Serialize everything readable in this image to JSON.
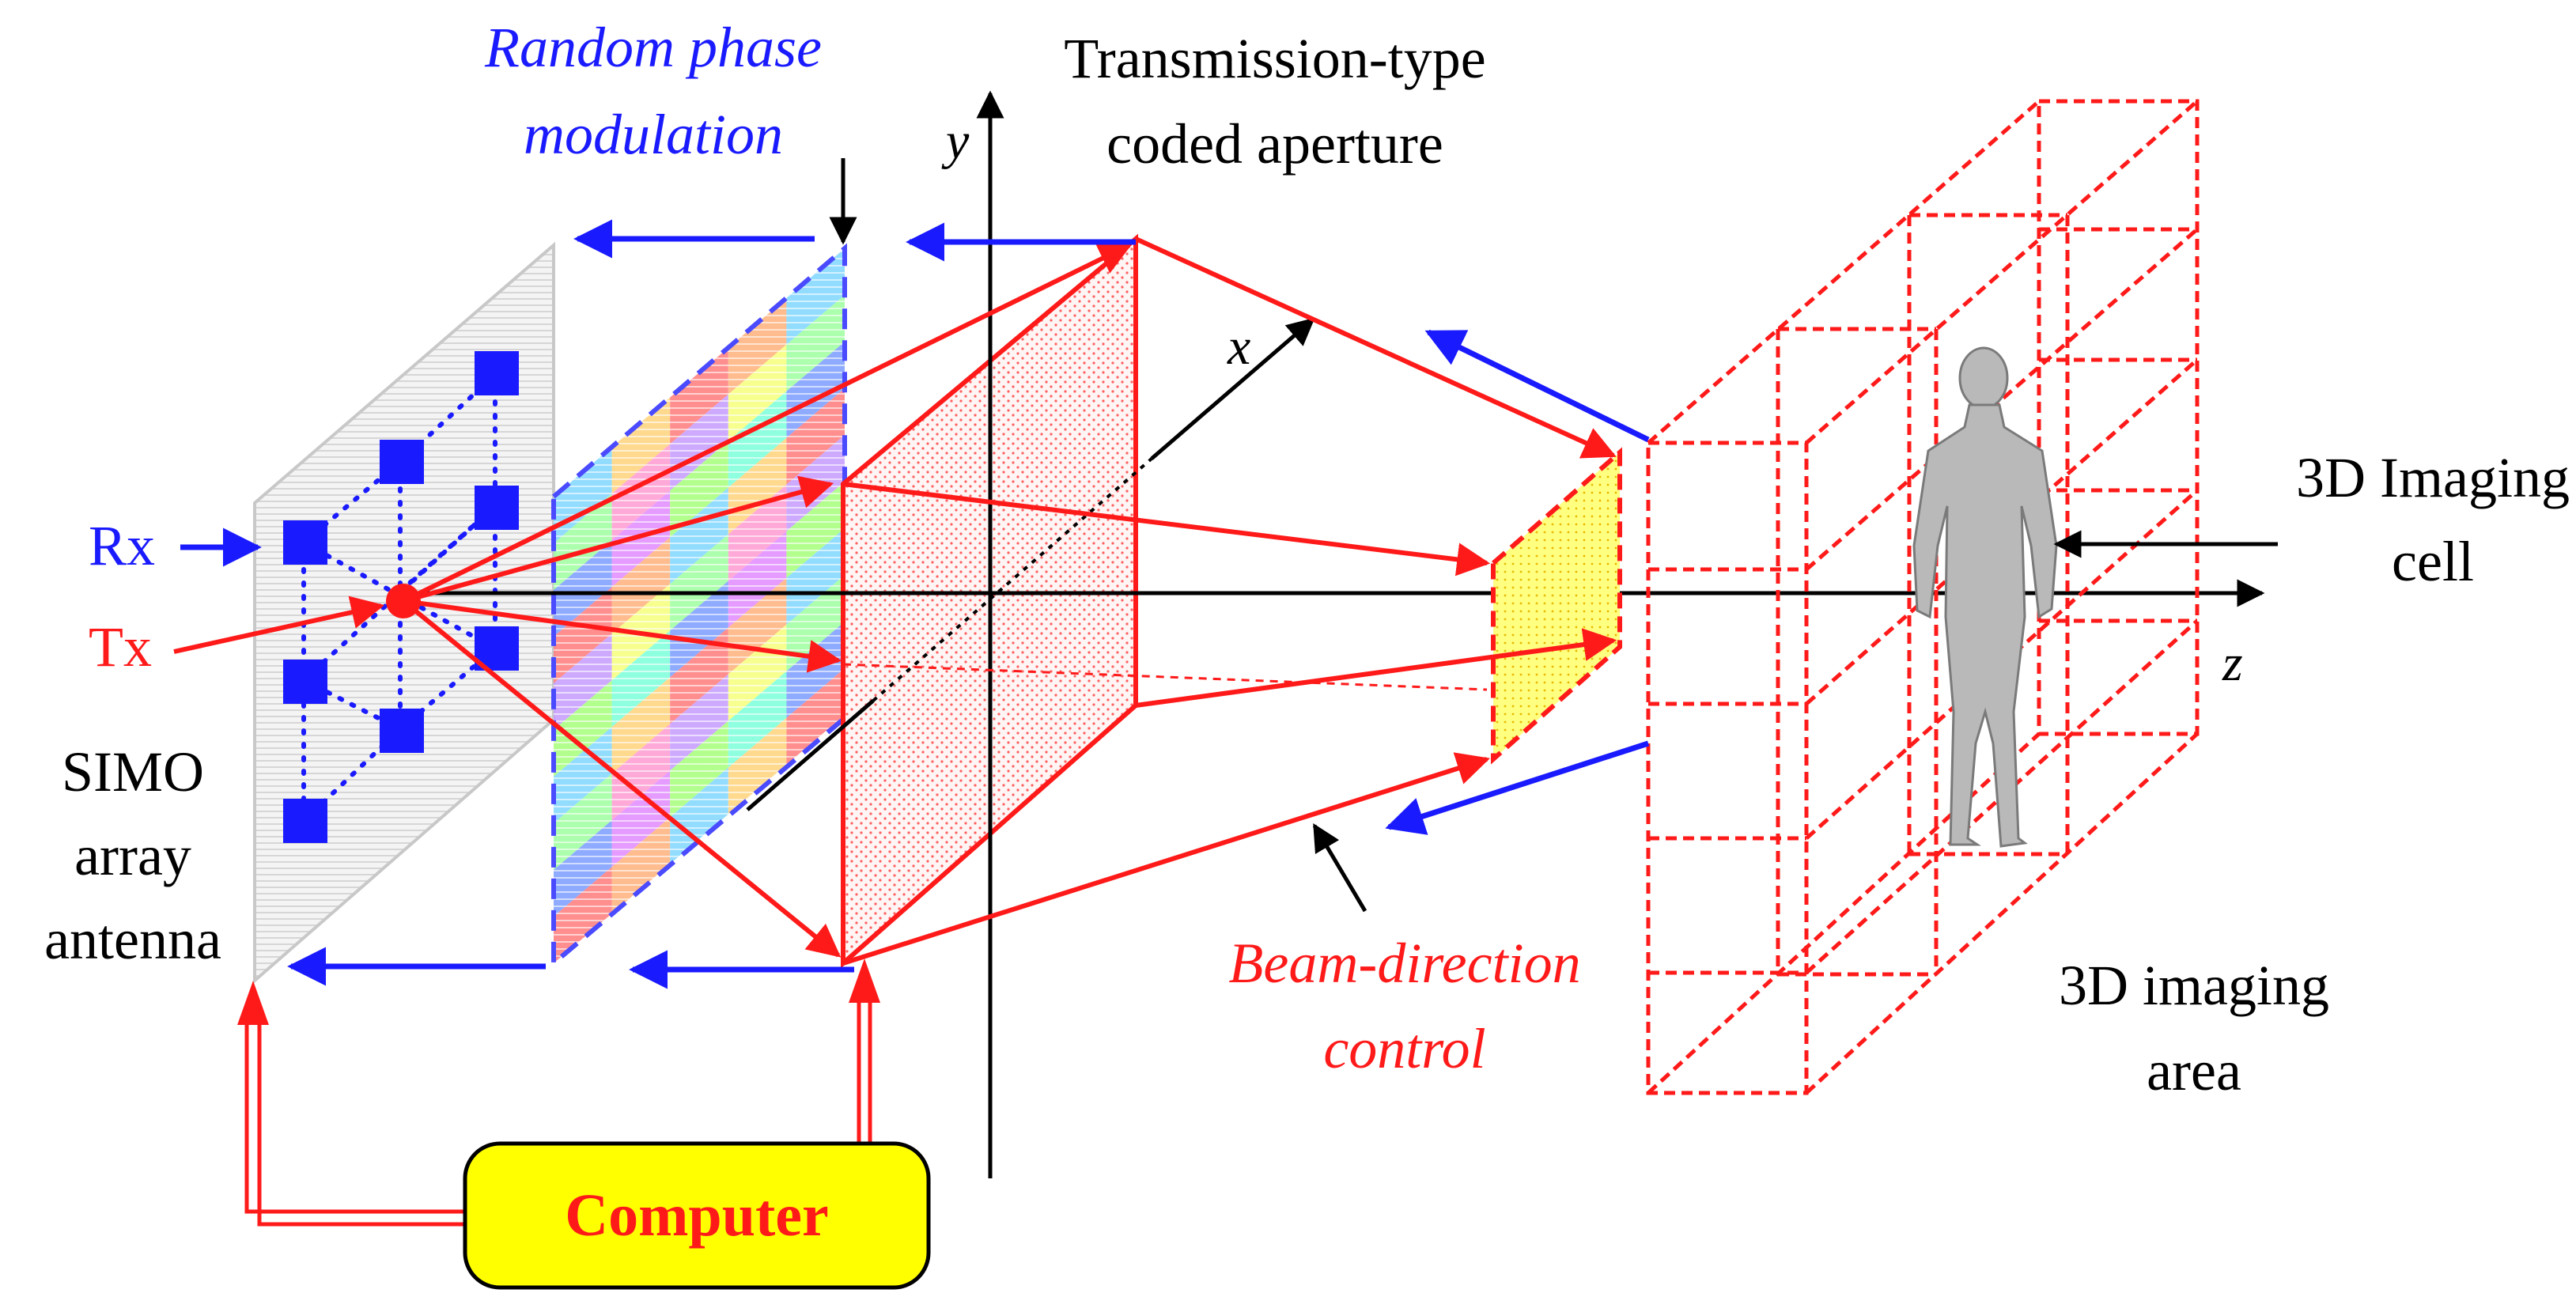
{
  "labels": {
    "random_phase_line1": "Random phase",
    "random_phase_line2": "modulation",
    "coded_aperture_line1": "Transmission-type",
    "coded_aperture_line2": "coded aperture",
    "axis_y": "y",
    "axis_x": "x",
    "axis_z": "z",
    "rx": "Rx",
    "tx": "Tx",
    "simo_line1": "SIMO",
    "simo_line2": "array",
    "simo_line3": "antenna",
    "imaging_cell_line1": "3D Imaging",
    "imaging_cell_line2": "cell",
    "imaging_area_line1": "3D imaging",
    "imaging_area_line2": "area",
    "beam_line1": "Beam-direction",
    "beam_line2": "control",
    "computer": "Computer"
  },
  "colors": {
    "blue": "#1a1aff",
    "red": "#ff1a1a",
    "black": "#000000",
    "computer_fill": "#ffff00",
    "gray": "#c8c8c8"
  }
}
